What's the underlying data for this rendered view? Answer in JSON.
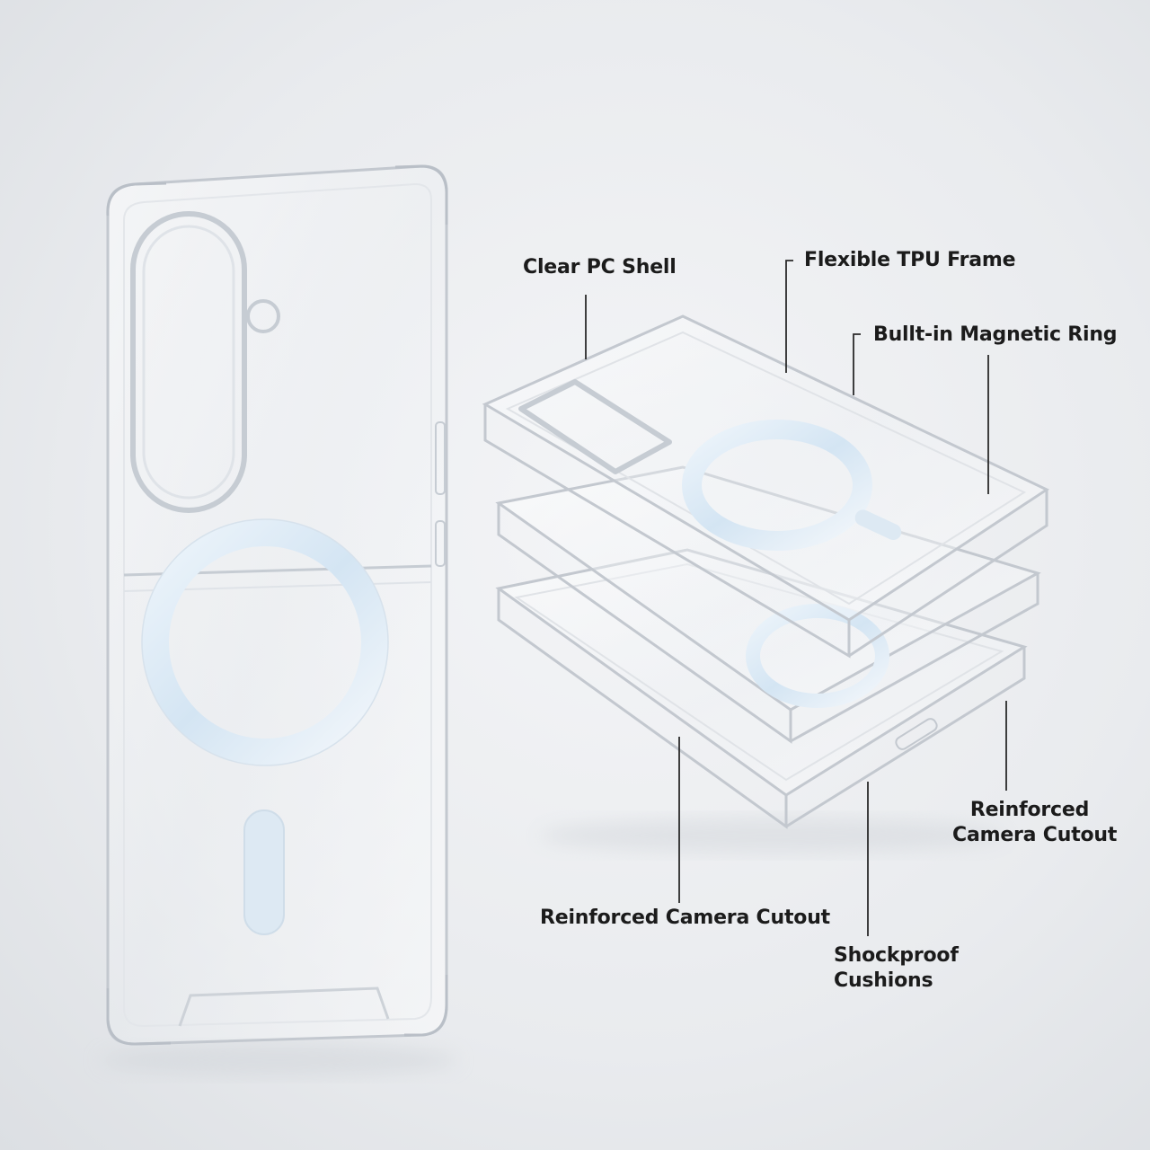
{
  "callouts": {
    "clear_pc_shell": "Clear PC Shell",
    "flexible_tpu_frame": "Flexible TPU Frame",
    "built_in_magnetic_ring": "Bullt-in Magnetic Ring",
    "reinforced_camera_cutout_right": [
      "Reinforced",
      "Camera Cutout"
    ],
    "reinforced_camera_cutout_bottom": "Reinforced Camera Cutout",
    "shockproof_cushions": [
      "Shockproof",
      "Cushions"
    ]
  },
  "colors": {
    "case_edge": "#c9cdd3",
    "case_highlight": "#ffffff",
    "magnetic_ring": "#dde9f3",
    "leader_line": "#2a2a2a",
    "text": "#1b1b1b"
  }
}
